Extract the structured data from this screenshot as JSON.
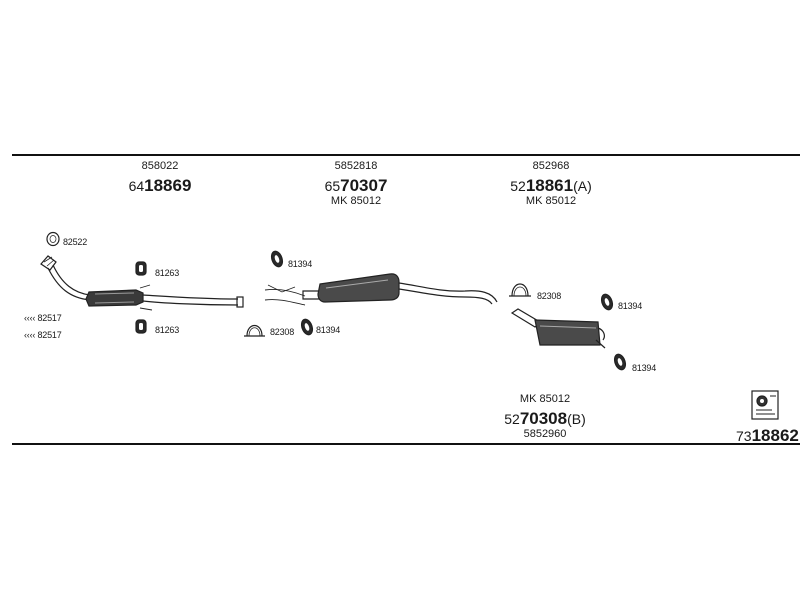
{
  "sections": [
    {
      "ref": "858022",
      "prefix": "64",
      "main": "18869",
      "suffix": "",
      "kit": ""
    },
    {
      "ref": "5852818",
      "prefix": "65",
      "main": "70307",
      "suffix": "",
      "kit": "MK  85012"
    },
    {
      "ref": "852968",
      "prefix": "52",
      "main": "18861",
      "suffix": "(A)",
      "kit": "MK  85012"
    }
  ],
  "rear": {
    "kit": "MK  85012",
    "prefix": "52",
    "main": "70308",
    "suffix": "(B)",
    "ref": "5852960"
  },
  "parts": {
    "p82522": "82522",
    "p81263a": "81263",
    "p81263b": "81263",
    "p82517a": "82517",
    "p82517b": "82517",
    "p81394a": "81394",
    "p82308a": "82308",
    "p81394b": "81394",
    "p82308b": "82308",
    "p81394c": "81394",
    "p81394d": "81394"
  },
  "catalog": {
    "prefix": "73",
    "main": "18862"
  }
}
